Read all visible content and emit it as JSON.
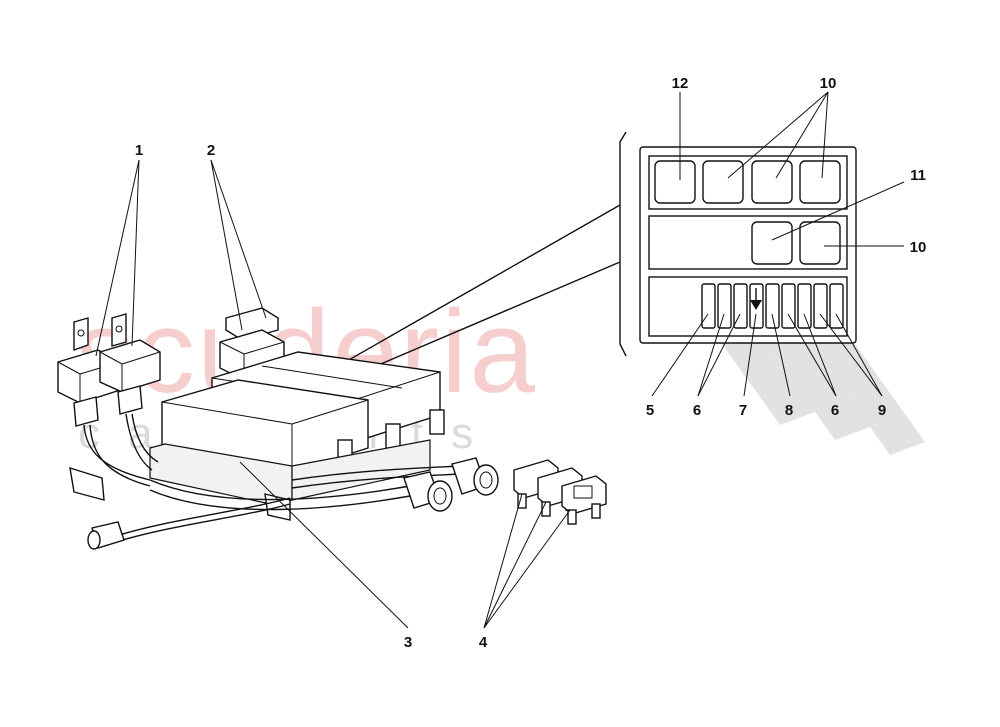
{
  "watermark": {
    "brand": "scuderia",
    "subtitle": "car parts"
  },
  "callouts": [
    {
      "id": "c1",
      "text": "1"
    },
    {
      "id": "c2",
      "text": "2"
    },
    {
      "id": "c3",
      "text": "3"
    },
    {
      "id": "c4",
      "text": "4"
    },
    {
      "id": "c5",
      "text": "5"
    },
    {
      "id": "c6a",
      "text": "6"
    },
    {
      "id": "c7",
      "text": "7"
    },
    {
      "id": "c8",
      "text": "8"
    },
    {
      "id": "c6b",
      "text": "6"
    },
    {
      "id": "c9",
      "text": "9"
    },
    {
      "id": "c10a",
      "text": "10"
    },
    {
      "id": "c10b",
      "text": "10"
    },
    {
      "id": "c11",
      "text": "11"
    },
    {
      "id": "c12",
      "text": "12"
    }
  ]
}
